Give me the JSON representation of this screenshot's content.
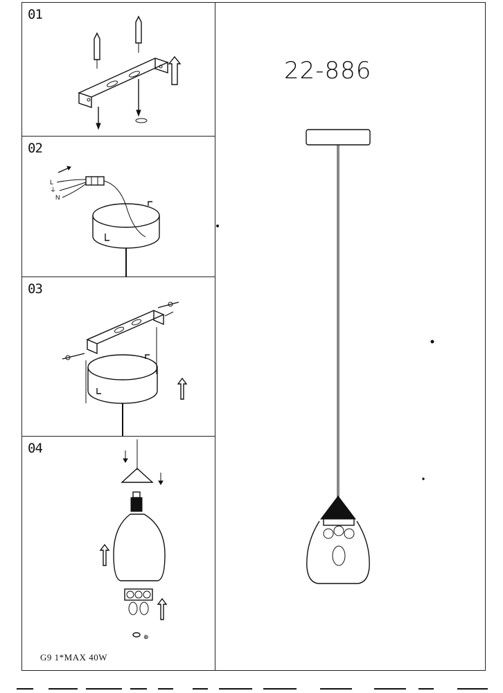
{
  "model_number": "22-886",
  "steps": [
    {
      "label": "01"
    },
    {
      "label": "02"
    },
    {
      "label": "03"
    },
    {
      "label": "04"
    }
  ],
  "wiring_labels": {
    "live": "L",
    "earth": "⏚",
    "neutral": "N"
  },
  "spec": "G9 1*MAX 40W",
  "icons": {
    "arrow": "arrow-up-icon",
    "screw": "screw-icon",
    "anchor": "wall-anchor-icon"
  }
}
